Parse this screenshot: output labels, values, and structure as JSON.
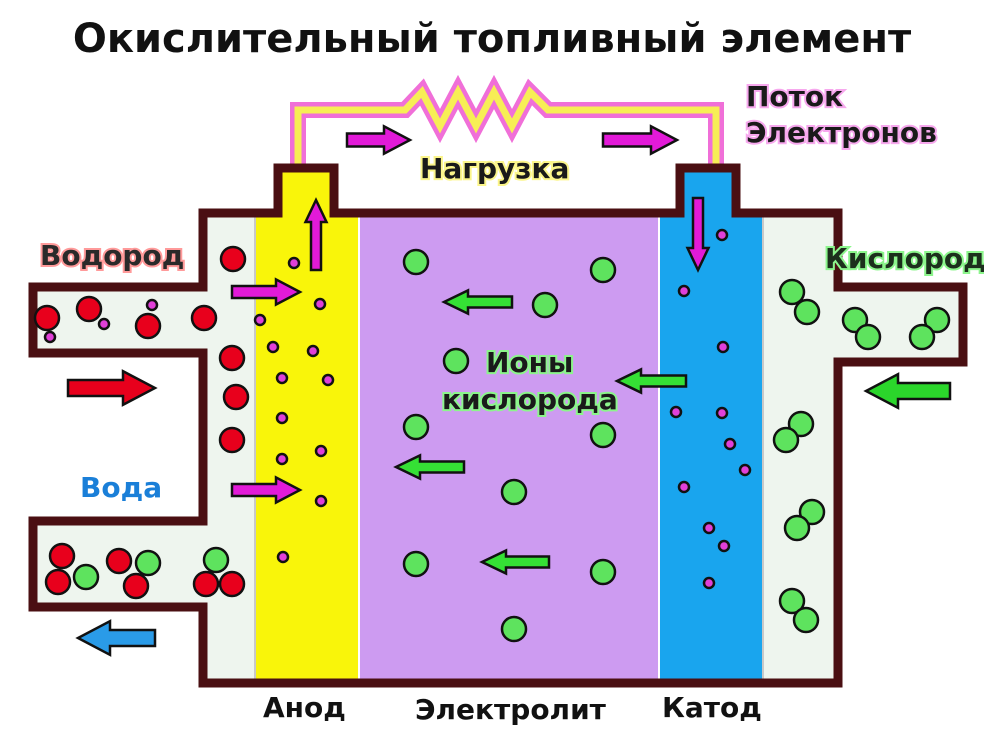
{
  "title": "Окислительный топливный элемент",
  "labels": {
    "hydrogen": "Водород",
    "oxygen": "Кислород",
    "water": "Вода",
    "load": "Нагрузка",
    "electron_flow_line1": "Поток",
    "electron_flow_line2": "Электронов",
    "ions_line1": "Ионы",
    "ions_line2": "кислорода",
    "anode": "Анод",
    "electrolyte": "Электролит",
    "cathode": "Катод"
  },
  "colors": {
    "hydrogen_atom": "#e8001c",
    "oxygen_atom": "#5ee35e",
    "electron": "#e040d8",
    "anode": "#f9f50a",
    "electrolyte": "#cd9bf1",
    "cathode": "#19a5ee",
    "chamber": "#eef5ee",
    "wall": "#4a0f12",
    "wire_inner": "#f7ee55",
    "wire_outer": "#f06fd8",
    "hydrogen_arrow": "#e8001c",
    "oxygen_arrow": "#2bd62b",
    "water_arrow": "#2a9be8",
    "electron_arrow": "#e21ad8",
    "ion_arrow": "#35e035"
  }
}
